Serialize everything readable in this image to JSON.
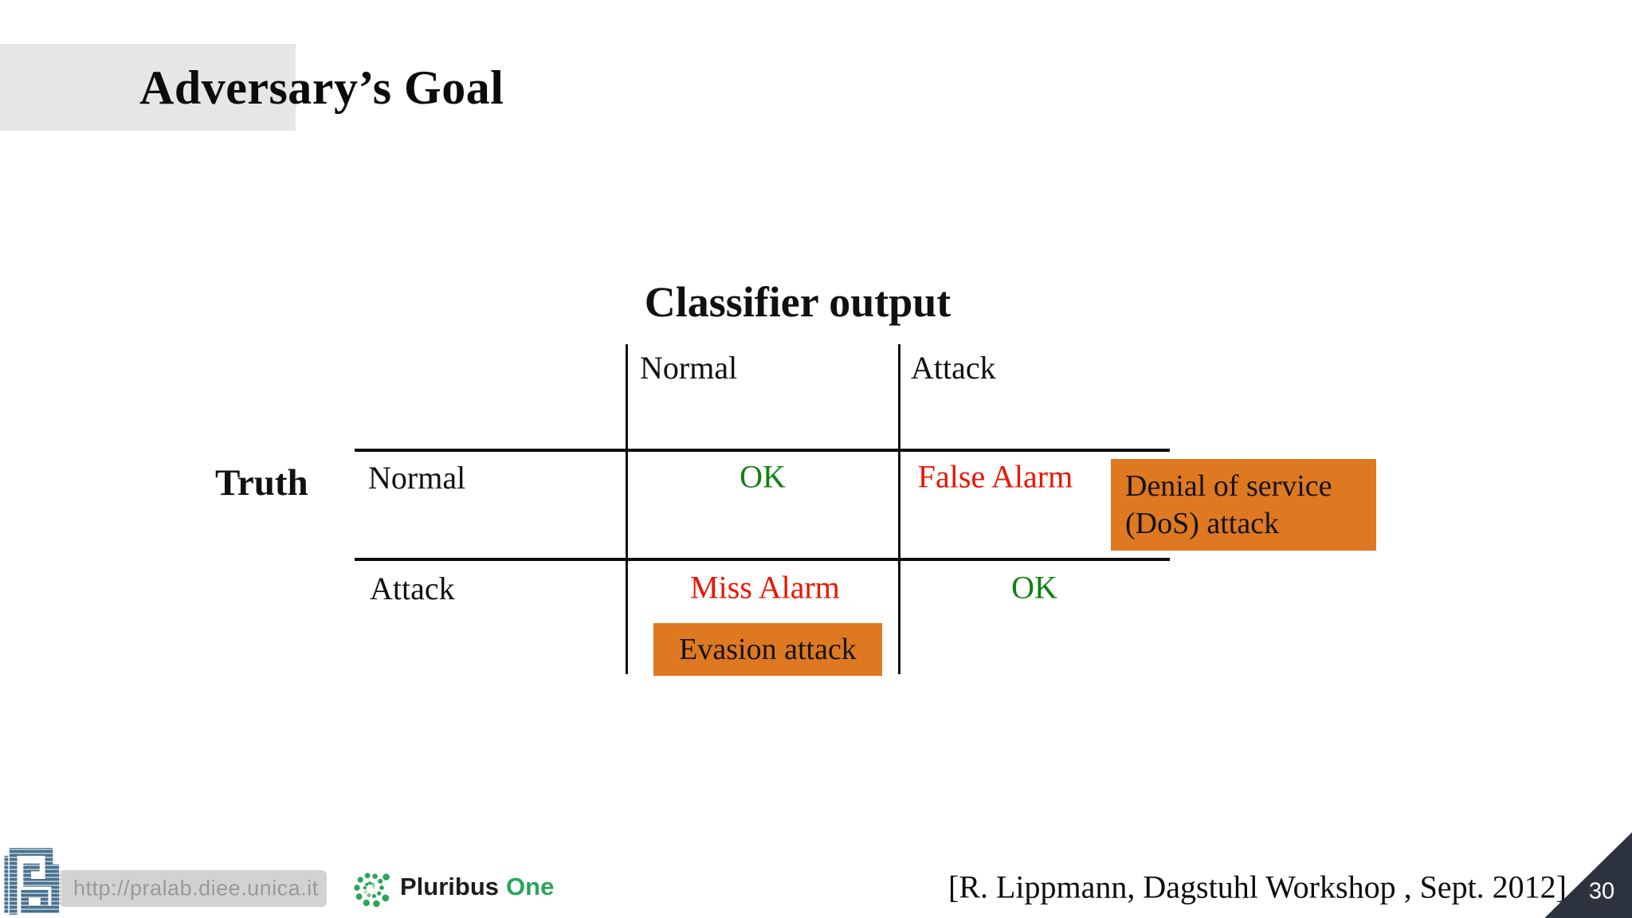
{
  "slide": {
    "title": "Adversary’s Goal",
    "page_number": "30",
    "citation": "[R. Lippmann, Dagstuhl Workshop , Sept. 2012]"
  },
  "matrix": {
    "title": "Classifier output",
    "truth_label": "Truth",
    "col_headers": [
      "Normal",
      "Attack"
    ],
    "row_headers": [
      "Normal",
      "Attack"
    ],
    "cells": {
      "true_normal": "OK",
      "false_alarm": "False Alarm",
      "miss_alarm": "Miss Alarm",
      "true_attack": "OK"
    }
  },
  "callouts": {
    "dos_line1": "Denial of service",
    "dos_line2": "(DoS) attack",
    "evasion": "Evasion attack"
  },
  "footer": {
    "url": "http://pralab.diee.unica.it",
    "pluribus_word": "Pluribus",
    "pluribus_one": "One"
  },
  "colors": {
    "ok_green": "#108010",
    "alarm_red": "#EC1500",
    "callout_orange": "#DE7821",
    "title_box_gray": "#E6E6E6",
    "corner_slate": "#2C333E",
    "pralab_blue": "#47708E",
    "pluribus_green": "#2AA558",
    "url_bar_gray": "#D2D2D2",
    "url_text_gray": "#9A9A9A"
  }
}
